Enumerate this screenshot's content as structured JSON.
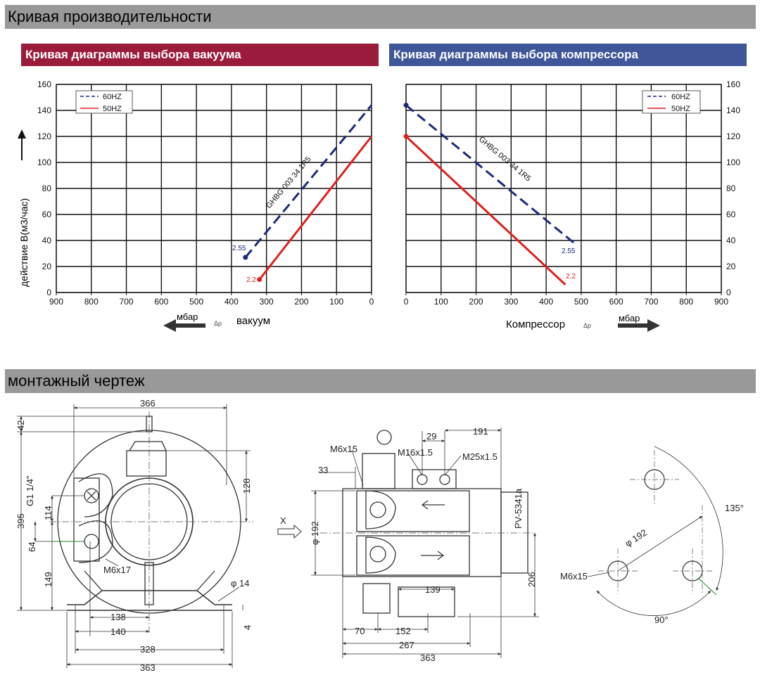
{
  "sections": {
    "performance_title": "Кривая производительности",
    "drawing_title": "монтажный чертеж"
  },
  "vacuum_chart": {
    "title": "Кривая диаграммы выбора вакуума",
    "title_bg": "#9b1b3a",
    "ylabel": "действие  В(м3/час)",
    "unit": "мбар",
    "delta_symbol": "Δp",
    "xlabel": "вакуум",
    "model_label": "GHBG 003 34 1R5",
    "legend": [
      "60HZ",
      "50HZ"
    ],
    "point_labels": [
      "2.55",
      "2.2"
    ]
  },
  "compressor_chart": {
    "title": "Кривая диаграммы выбора компрессора",
    "title_bg": "#3f5698",
    "unit": "мбар",
    "delta_symbol": "Δp",
    "xlabel": "Компрессор",
    "model_label": "GHBG 003 34 1R5",
    "legend": [
      "60HZ",
      "50HZ"
    ],
    "point_labels": [
      "2.55",
      "2.2"
    ]
  },
  "chart_data": [
    {
      "type": "line",
      "title": "Кривая диаграммы выбора вакуума",
      "xlabel": "вакуум",
      "ylabel": "действие  В(м3/час)",
      "x_reversed": true,
      "xlim": [
        0,
        900
      ],
      "ylim": [
        0,
        160
      ],
      "xticks": [
        900,
        800,
        700,
        600,
        500,
        400,
        300,
        200,
        100,
        0
      ],
      "yticks": [
        0,
        20,
        40,
        60,
        80,
        100,
        120,
        140,
        160
      ],
      "grid": true,
      "legend_position": "top-left",
      "series": [
        {
          "name": "60HZ",
          "color": "#1c2a7a",
          "dash": true,
          "x": [
            360,
            0
          ],
          "y": [
            27,
            144
          ]
        },
        {
          "name": "50HZ",
          "color": "#e02020",
          "dash": false,
          "x": [
            320,
            0
          ],
          "y": [
            10,
            120
          ]
        }
      ]
    },
    {
      "type": "line",
      "title": "Кривая диаграммы выбора компрессора",
      "xlabel": "Компрессор",
      "xlim": [
        0,
        900
      ],
      "ylim": [
        0,
        160
      ],
      "xticks": [
        0,
        100,
        200,
        300,
        400,
        500,
        600,
        700,
        800,
        900
      ],
      "yticks": [
        0,
        20,
        40,
        60,
        80,
        100,
        120,
        140,
        160
      ],
      "grid": true,
      "legend_position": "top-right",
      "series": [
        {
          "name": "60HZ",
          "color": "#1c2a7a",
          "dash": true,
          "x": [
            0,
            480
          ],
          "y": [
            144,
            38
          ]
        },
        {
          "name": "50HZ",
          "color": "#e02020",
          "dash": false,
          "x": [
            0,
            455
          ],
          "y": [
            120,
            6
          ]
        }
      ]
    }
  ],
  "drawing": {
    "front_dims": [
      "366",
      "42",
      "128",
      "395",
      "G1 1/4\"",
      "114",
      "64",
      "149",
      "M6x17",
      "φ 14",
      "138",
      "140",
      "328",
      "363",
      "4"
    ],
    "side_dims": [
      "M6x15",
      "M16x1.5",
      "29",
      "191",
      "M25x1.5",
      "33",
      "X",
      "φ 192",
      "PV-5341a",
      "206",
      "139",
      "70",
      "152",
      "267",
      "363"
    ],
    "flange_dims": [
      "135°",
      "φ 192",
      "M6x15",
      "90°"
    ]
  }
}
